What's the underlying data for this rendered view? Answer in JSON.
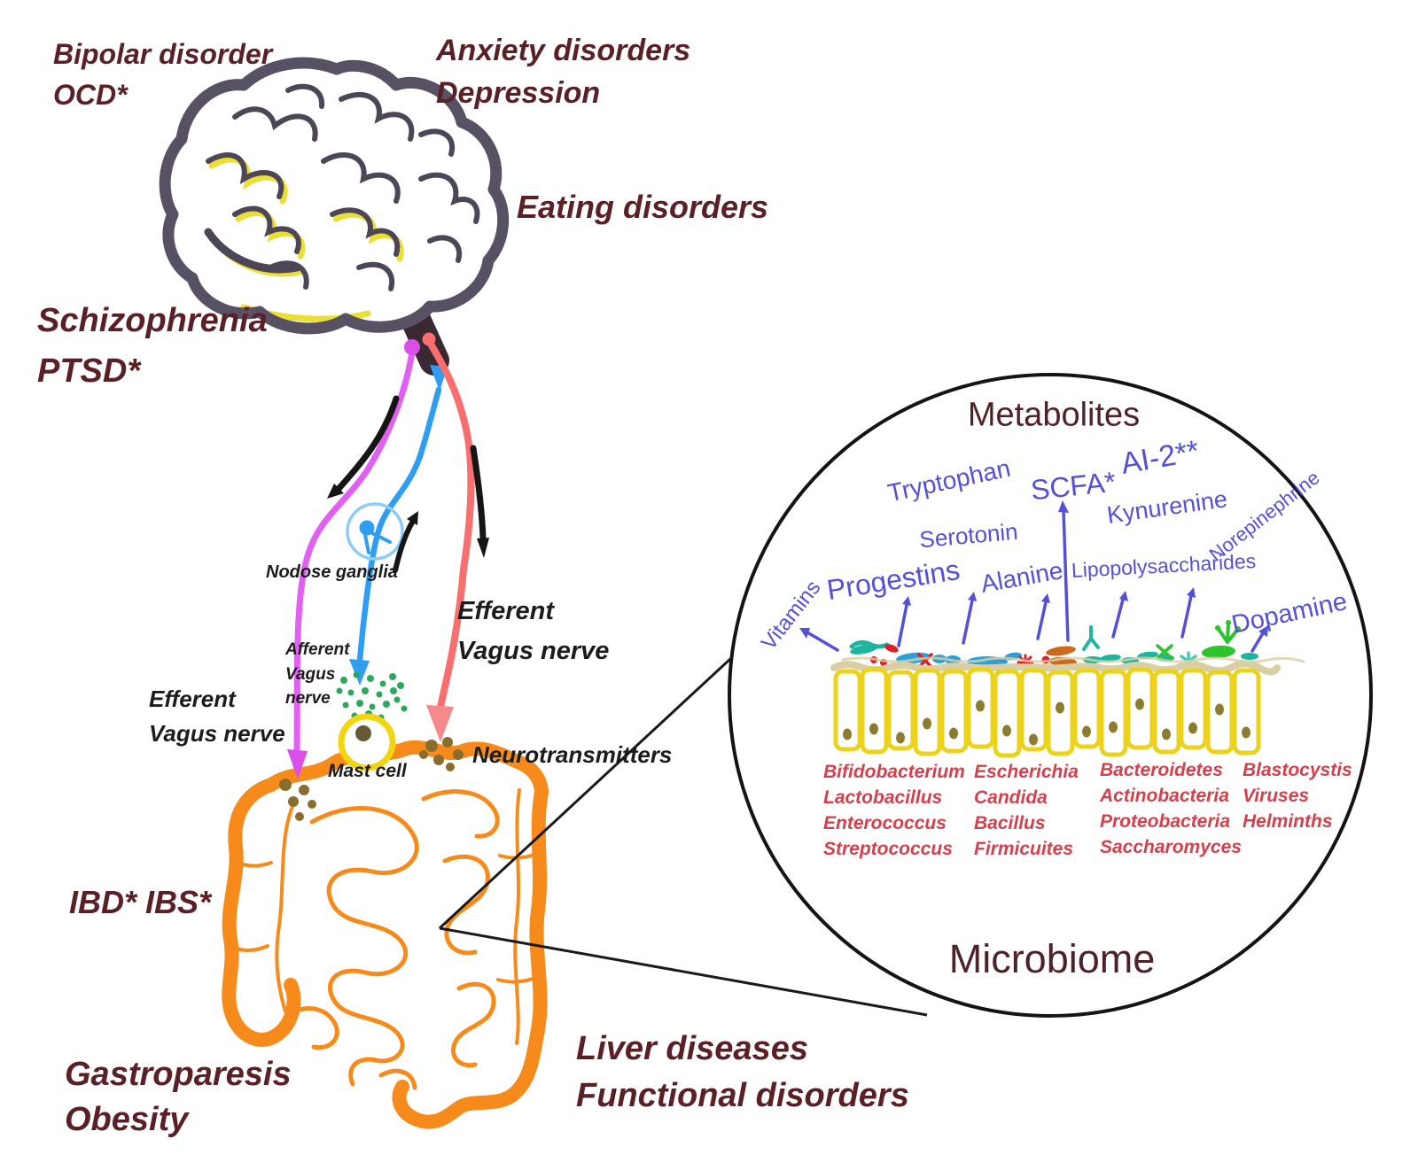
{
  "colors": {
    "maroon_text": "#5b2026",
    "inset_title_text": "#4e2227",
    "metabolite_blue": "#5451d8",
    "microbe_red": "#d5404d",
    "intestine_orange": "#f68b1c",
    "epithelium_yellow": "#ecd31b",
    "magenta_nerve": "#e160f2",
    "blue_nerve": "#2f9ef2",
    "red_nerve": "#f7706f"
  },
  "brain_region": {
    "bipolar_ocd": "Bipolar disorder\nOCD*",
    "anxiety_depression": "Anxiety disorders\nDepression",
    "eating": "Eating disorders",
    "schizophrenia_ptsd": "Schizophrenia\nPTSD*"
  },
  "pathway": {
    "nodose": "Nodose ganglia",
    "efferent_right": "Efferent\nVagus nerve",
    "afferent": "Afferent\nVagus\nnerve",
    "efferent_left": "Efferent\nVagus nerve",
    "mast_cell": "Mast cell",
    "neurotransmitters": "Neurotransmitters"
  },
  "gut_region": {
    "ibd_ibs": "IBD* IBS*",
    "gastroparesis_obesity": "Gastroparesis\nObesity",
    "liver_functional": "Liver diseases\nFunctional disorders"
  },
  "inset": {
    "title": "Metabolites",
    "footer": "Microbiome",
    "metabolites": {
      "vitamins": "Vitamins",
      "progestins": "Progestins",
      "tryptophan": "Tryptophan",
      "serotonin": "Serotonin",
      "scfa": "SCFA*",
      "ai2": "AI-2**",
      "kynurenine": "Kynurenine",
      "norepinephrine": "Norepinephrine",
      "alanine": "Alanine",
      "lipopolysaccharides": "Lipopolysaccharides",
      "dopamine": "Dopamine"
    },
    "microbes": [
      [
        "Bifidobacterium",
        "Lactobacillus",
        "Enterococcus",
        "Streptococcus"
      ],
      [
        "Escherichia",
        "Candida",
        "Bacillus",
        "Firmicuites"
      ],
      [
        "Bacteroidetes",
        "Actinobacteria",
        "Proteobacteria",
        "Saccharomyces"
      ],
      [
        "Blastocystis",
        "Viruses",
        "Helminths"
      ]
    ]
  }
}
